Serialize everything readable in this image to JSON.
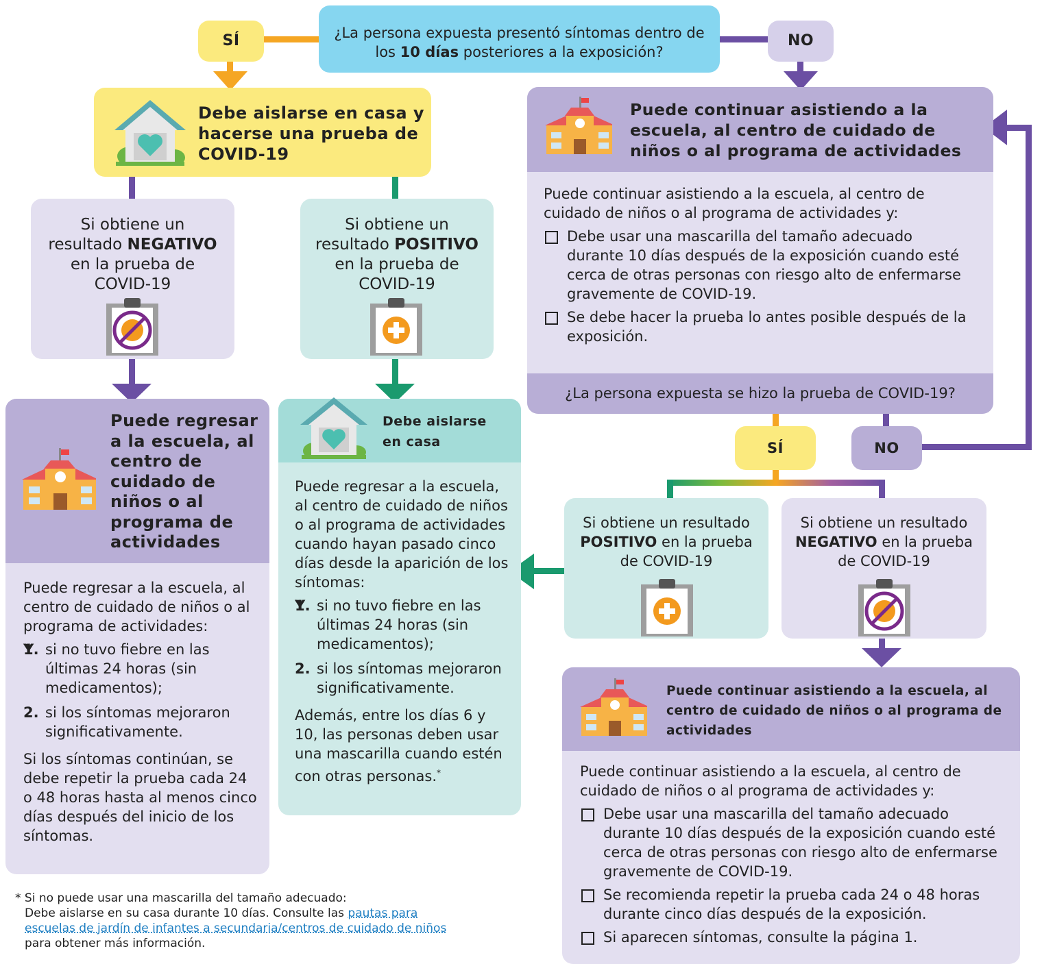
{
  "top": {
    "question_pre": "¿La persona expuesta presentó síntomas dentro de los ",
    "question_bold": "10 días",
    "question_post": " posteriores a la exposición?",
    "yes": "SÍ",
    "no": "NO"
  },
  "isolate_test": {
    "title": "Debe aislarse en casa y hacerse una prueba de COVID-19"
  },
  "neg_left": {
    "pre": "Si obtiene un resultado ",
    "bold": "NEGATIVO",
    "post": " en la prueba de COVID-19"
  },
  "pos_left": {
    "pre": "Si obtiene un resultado ",
    "bold": "POSITIVO",
    "post": " en la prueba de COVID-19"
  },
  "return_school": {
    "title": "Puede regresar a la escuela, al centro de cuidado de niños o al programa de actividades",
    "intro": "Puede regresar a la escuela, al centro de cuidado de niños o al programa de actividades:",
    "item1_num": "1.",
    "item1": "si no tuvo fiebre en las últimas 24 horas (sin medicamentos);",
    "item1_y": "Y",
    "item2_num": "2.",
    "item2": "si los síntomas mejoraron significativamente.",
    "footer": "Si los síntomas continúan, se debe repetir la prueba cada 24 o 48 horas hasta al menos cinco días después del inicio de los síntomas."
  },
  "isolate_home": {
    "title": "Debe aislarse en casa",
    "intro": "Puede regresar a la escuela, al centro de cuidado de niños o al programa de actividades cuando hayan pasado cinco días desde la aparición de los síntomas:",
    "item1_num": "1.",
    "item1": "si no tuvo fiebre en las últimas 24 horas (sin medicamentos);",
    "item1_y": "Y",
    "item2_num": "2.",
    "item2": "si los síntomas mejoraron significativamente.",
    "footer": "Además, entre los días 6 y 10, las personas deben usar una mascarilla cuando estén con otras personas.",
    "footer_mark": "*"
  },
  "continue_top": {
    "title": "Puede continuar asistiendo a la escuela, al centro de cuidado de niños o al programa de actividades",
    "intro": "Puede continuar asistiendo a la escuela, al centro de cuidado de niños o al programa de actividades y:",
    "check1": "Debe usar una mascarilla del tamaño adecuado durante 10 días después de la exposición cuando esté cerca de otras personas con riesgo alto de enfermarse gravemente de COVID-19.",
    "check2": "Se debe hacer la prueba lo antes posible después de la exposición.",
    "question": "¿La persona expuesta se hizo la prueba de COVID-19?",
    "yes": "SÍ",
    "no": "NO"
  },
  "pos_right": {
    "pre": "Si obtiene un resultado ",
    "bold": "POSITIVO",
    "post": " en la prueba de COVID-19"
  },
  "neg_right": {
    "pre": "Si obtiene un resultado ",
    "bold": "NEGATIVO",
    "post": " en la prueba de COVID-19"
  },
  "continue_bottom": {
    "title": "Puede continuar asistiendo a la escuela, al centro de cuidado de niños o al programa de actividades",
    "intro": "Puede continuar asistiendo a la escuela, al centro de cuidado de niños o al programa de actividades y:",
    "check1": "Debe usar una mascarilla del tamaño adecuado durante 10 días después de la exposición cuando esté cerca de otras personas con riesgo alto de enfermarse gravemente de COVID-19.",
    "check2": "Se recomienda repetir la prueba cada 24 o 48 horas durante cinco días después de la exposición.",
    "check3": "Si aparecen síntomas, consulte la página 1."
  },
  "footnote": {
    "line1": "* Si no puede usar una mascarilla del tamaño adecuado:",
    "line2_pre": "Debe aislarse en su casa durante 10 días. Consulte las ",
    "link": "pautas para escuelas de jardín de infantes a secundaria/centros de cuidado de niños",
    "line2_post": " para obtener más información."
  },
  "colors": {
    "yes": "#fbea7e",
    "no_purple": "#6b4fa3",
    "green": "#1a9a6e",
    "orange": "#f5a623",
    "blue": "#86d6f0"
  }
}
